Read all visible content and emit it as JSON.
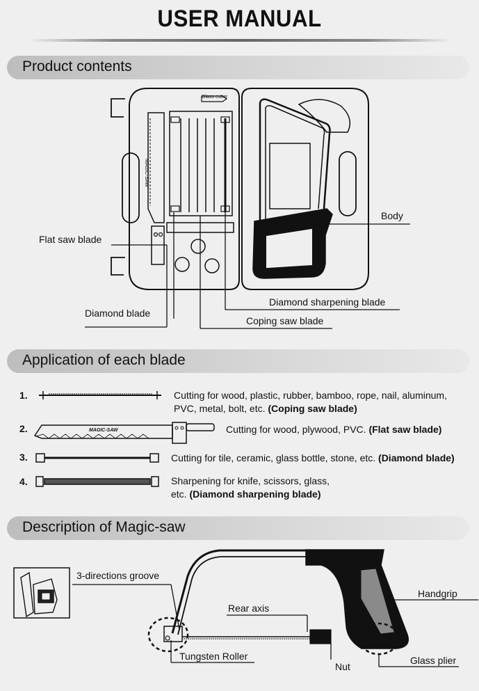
{
  "title": "USER MANUAL",
  "sections": {
    "contents": "Product contents",
    "application": "Application of each blade",
    "description": "Description of Magic-saw"
  },
  "case_labels": {
    "glass_cutter": "Glass cutter",
    "magic_saw_text": "MAGIC-SAW",
    "flat_saw_blade": "Flat saw blade",
    "body": "Body",
    "diamond_blade": "Diamond blade",
    "diamond_sharpening_blade": "Diamond sharpening blade",
    "coping_saw_blade": "Coping saw blade"
  },
  "blades": [
    {
      "num": "1.",
      "text": "Cutting for wood, plastic, rubber, bamboo, rope, nail, aluminum, PVC, metal, bolt, etc. ",
      "bold": "(Coping saw blade)"
    },
    {
      "num": "2.",
      "text": "Cutting for wood, plywood, PVC. ",
      "bold": "(Flat saw blade)",
      "blade_text": "MAGIC-SAW"
    },
    {
      "num": "3.",
      "text": "Cutting for tile, ceramic, glass bottle, stone, etc. ",
      "bold": "(Diamond blade)"
    },
    {
      "num": "4.",
      "text": "Sharpening for knife, scissors, glass, etc. ",
      "bold": "(Diamond sharpening blade)"
    }
  ],
  "saw_labels": {
    "groove": "3-directions groove",
    "handgrip": "Handgrip",
    "rear_axis": "Rear axis",
    "tungsten_roller": "Tungsten Roller",
    "nut": "Nut",
    "glass_plier": "Glass plier"
  },
  "colors": {
    "ink": "#111111",
    "section_bg": "#cfcfcf",
    "page_bg": "#efefef"
  }
}
